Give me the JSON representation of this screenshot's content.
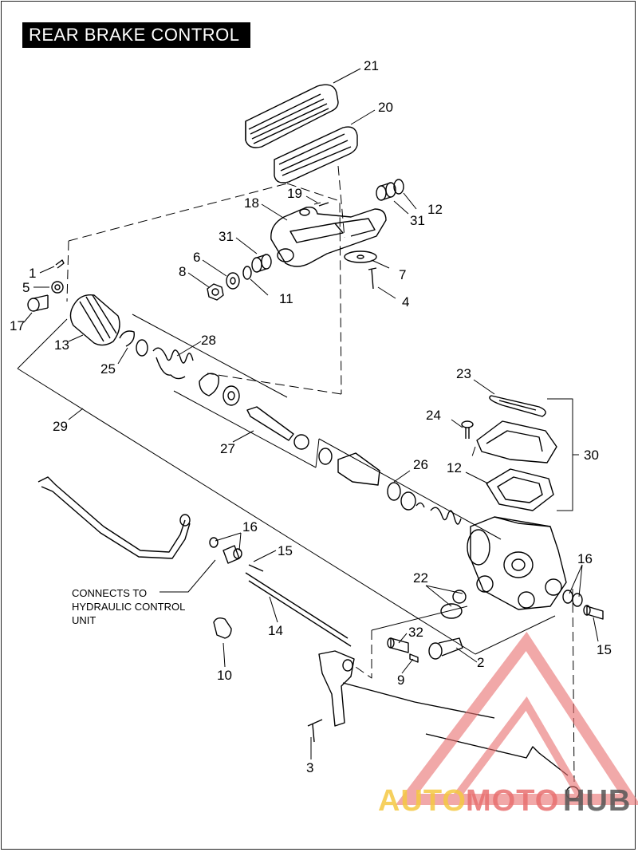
{
  "title": "REAR BRAKE CONTROL",
  "note_lines": [
    "CONNECTS TO",
    "HYDRAULIC CONTROL",
    "UNIT"
  ],
  "labels": {
    "l21": "21",
    "l20": "20",
    "l19": "19",
    "l18": "18",
    "l12a": "12",
    "l31a": "31",
    "l31b": "31",
    "l6": "6",
    "l8": "8",
    "l11": "11",
    "l7": "7",
    "l4": "4",
    "l1": "1",
    "l5": "5",
    "l17": "17",
    "l13": "13",
    "l25": "25",
    "l28": "28",
    "l29": "29",
    "l27": "27",
    "l23": "23",
    "l24": "24",
    "l30": "30",
    "l12b": "12",
    "l26": "26",
    "l16a": "16",
    "l15a": "15",
    "l22": "22",
    "l16b": "16",
    "l15b": "15",
    "l14": "14",
    "l32": "32",
    "l10": "10",
    "l9": "9",
    "l2": "2",
    "l3": "3"
  },
  "watermark": {
    "part1": "AUTO",
    "part2": "MOTO",
    "part3": "HUB",
    "color1": "#f5c842",
    "color2": "#e87070",
    "color3": "#555555"
  }
}
